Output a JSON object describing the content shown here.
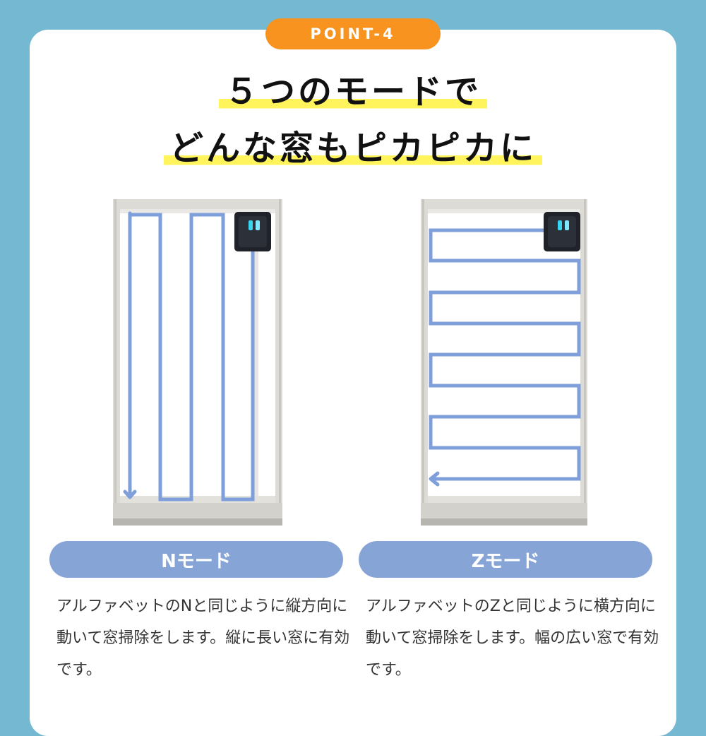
{
  "badge": "POINT-4",
  "title": {
    "line1": "５つのモードで",
    "line2": "どんな窓もピカピカに"
  },
  "modes": [
    {
      "label": "Nモード",
      "desc": "アルファベットのNと同じように縦方向に動いて窓掃除をします。縦に長い窓に有効です。"
    },
    {
      "label": "Zモード",
      "desc": "アルファベットのZと同じように横方向に動いて窓掃除をします。幅の広い窓で有効です。"
    }
  ],
  "colors": {
    "background": "#74b8d2",
    "badge": "#f7931e",
    "highlight": "#fff45c",
    "pill": "#86a4d6",
    "path": "#7f9fdb",
    "frame": "#dddbd5"
  }
}
